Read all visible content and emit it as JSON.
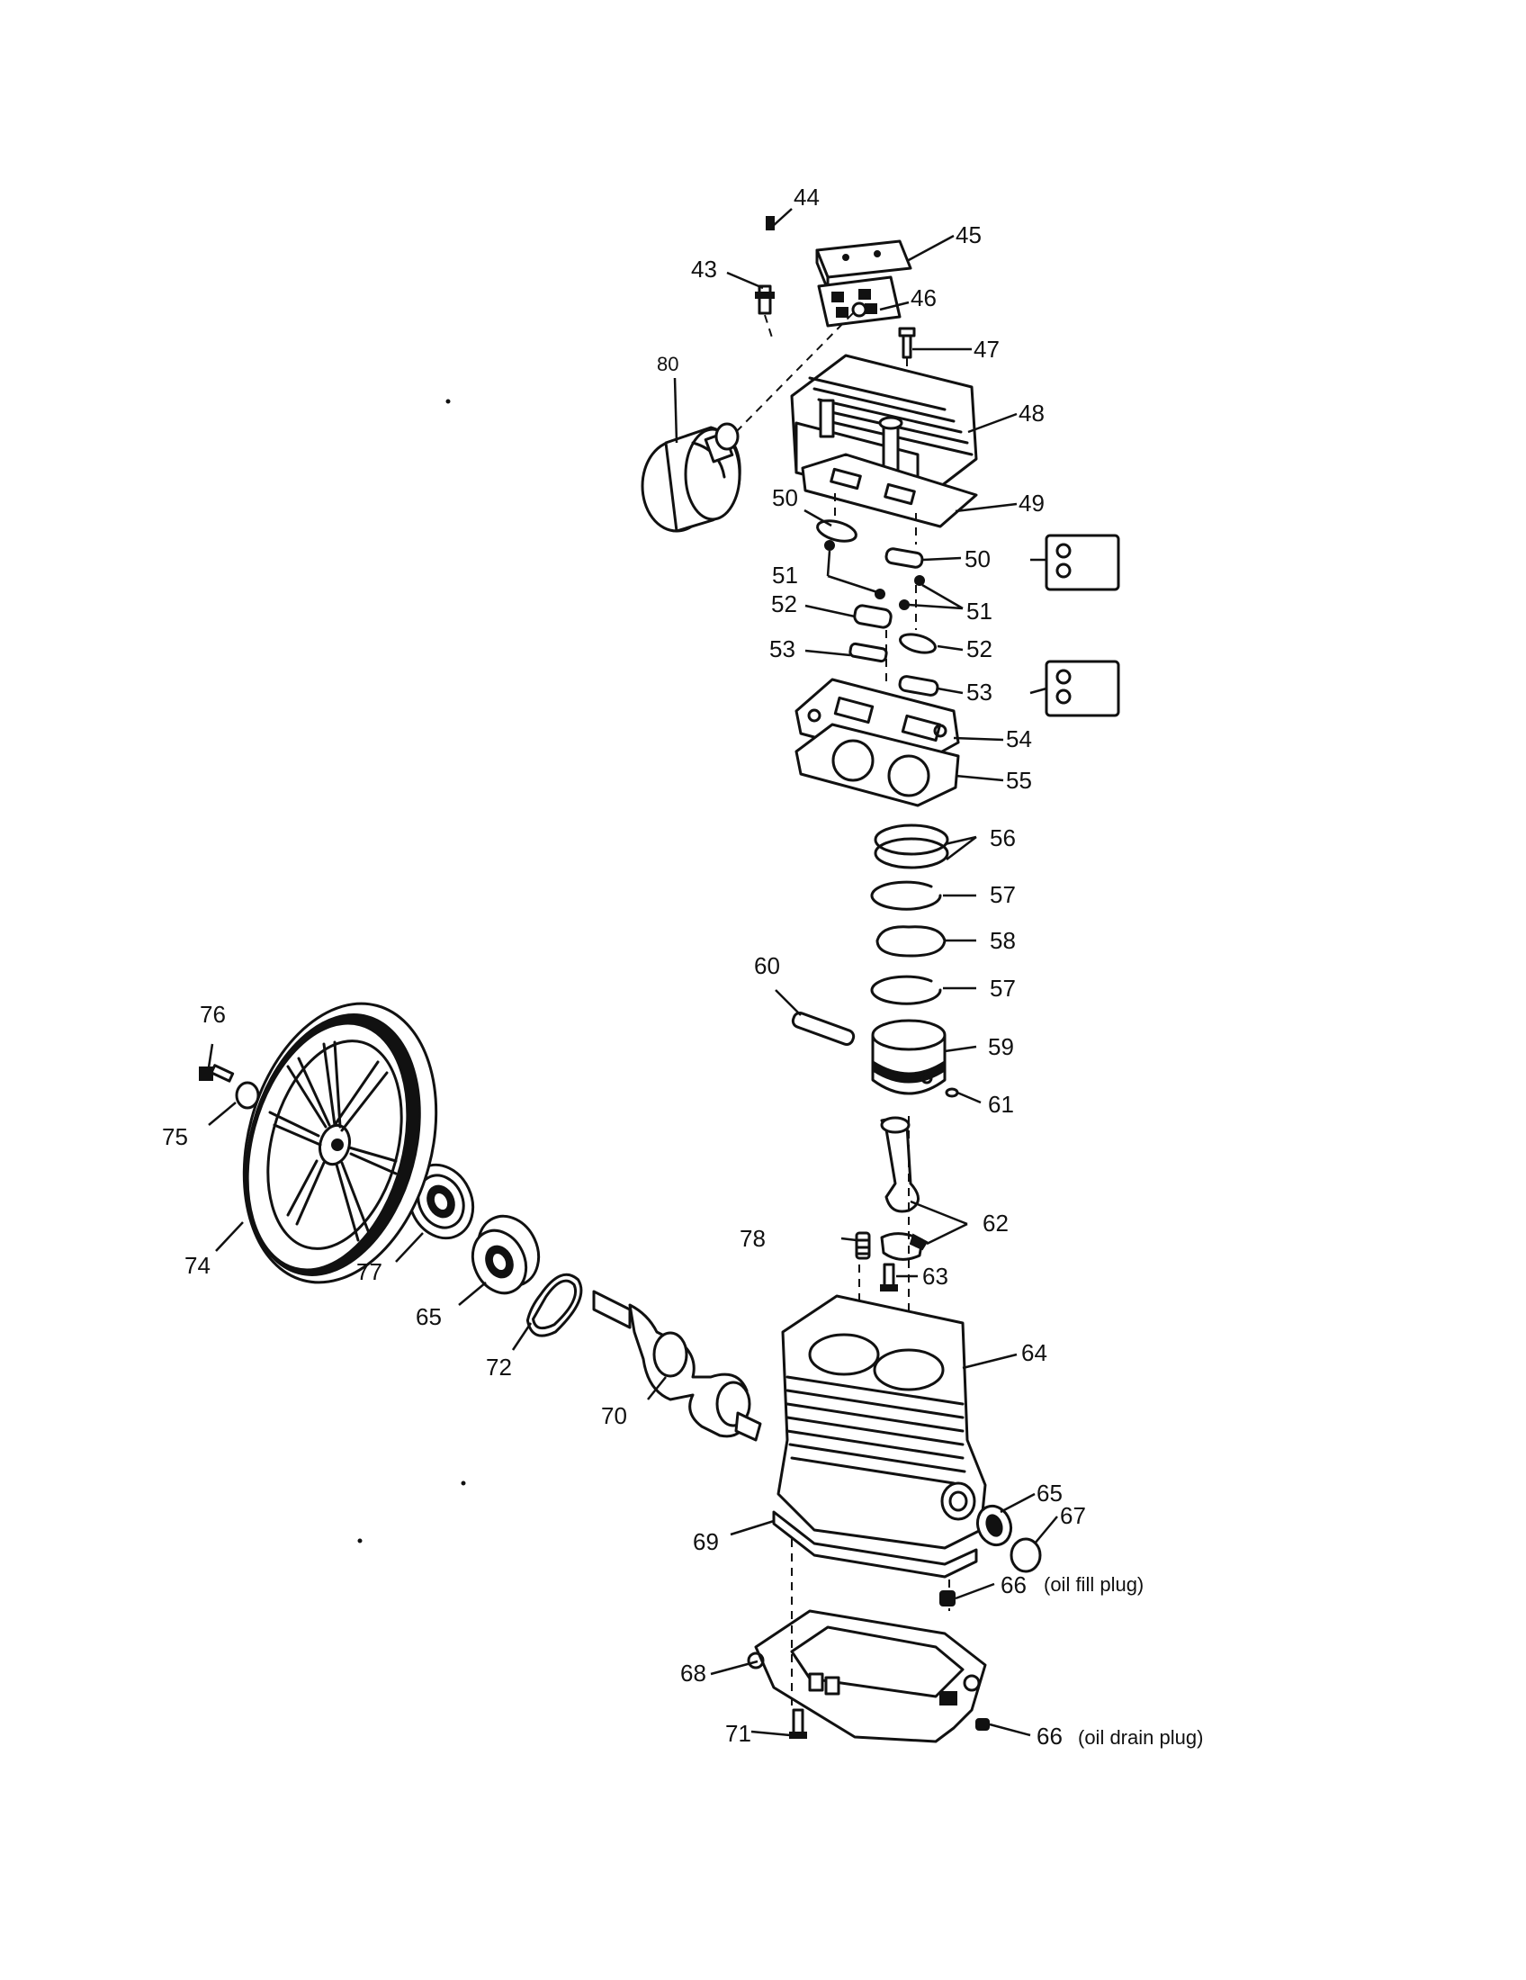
{
  "callouts": {
    "c43": "43",
    "c44": "44",
    "c45": "45",
    "c46": "46",
    "c47": "47",
    "c48": "48",
    "c49": "49",
    "c50a": "50",
    "c50b": "50",
    "c51a": "51",
    "c51b": "51",
    "c52a": "52",
    "c52b": "52",
    "c53a": "53",
    "c53b": "53",
    "c54": "54",
    "c55": "55",
    "c56": "56",
    "c57a": "57",
    "c57b": "57",
    "c58": "58",
    "c59": "59",
    "c60": "60",
    "c61": "61",
    "c62": "62",
    "c63": "63",
    "c64": "64",
    "c65a": "65",
    "c65b": "65",
    "c66a": "66",
    "c66b": "66",
    "c67": "67",
    "c68": "68",
    "c69": "69",
    "c70": "70",
    "c71": "71",
    "c72": "72",
    "c74": "74",
    "c75": "75",
    "c76": "76",
    "c77": "77",
    "c78": "78",
    "c80": "80"
  },
  "notes": {
    "oil_fill": "(oil fill plug)",
    "oil_drain": "(oil drain plug)"
  }
}
